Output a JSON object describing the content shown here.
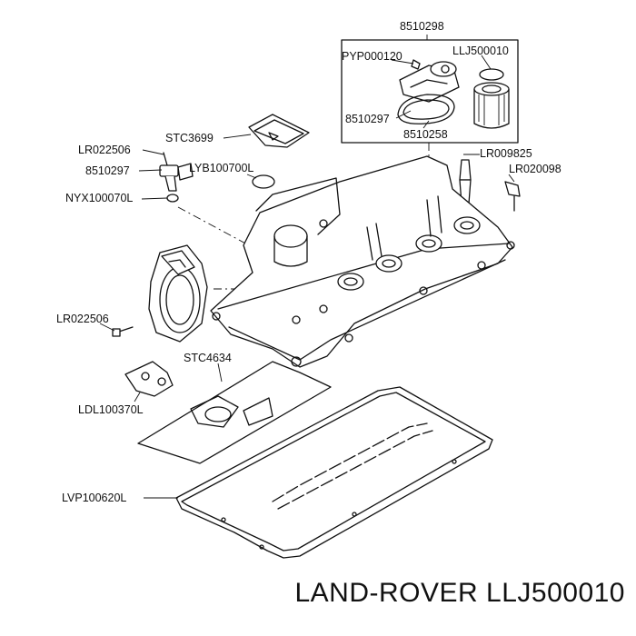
{
  "diagram": {
    "labels": {
      "p8510298": "8510298",
      "pyp000120": "PYP000120",
      "llj500010": "LLJ500010",
      "p8510297_top": "8510297",
      "p8510258": "8510258",
      "stc3699": "STC3699",
      "lr022506_top": "LR022506",
      "p8510297_left": "8510297",
      "lyb100700l": "LYB100700L",
      "nyx100070l": "NYX100070L",
      "lr009825": "LR009825",
      "lr020098": "LR020098",
      "lr022506_mid": "LR022506",
      "stc4634": "STC4634",
      "ldl100370l": "LDL100370L",
      "lvp100620l": "LVP100620L"
    }
  },
  "caption": "LAND-ROVER LLJ500010"
}
